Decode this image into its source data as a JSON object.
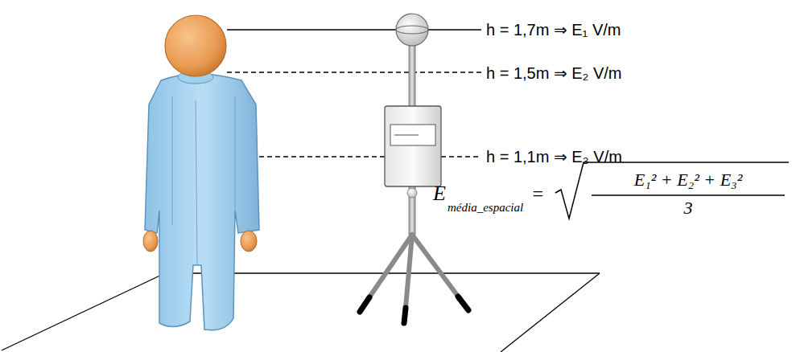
{
  "diagram": {
    "labels": [
      "h = 1,7m ⇒ E₁ V/m",
      "h = 1,5m ⇒ E₂ V/m",
      "h = 1,1m ⇒ E₃ V/m",
      "E",
      "média_espacial",
      "=",
      "E₁² + E₂² + E₃²",
      "3"
    ]
  }
}
